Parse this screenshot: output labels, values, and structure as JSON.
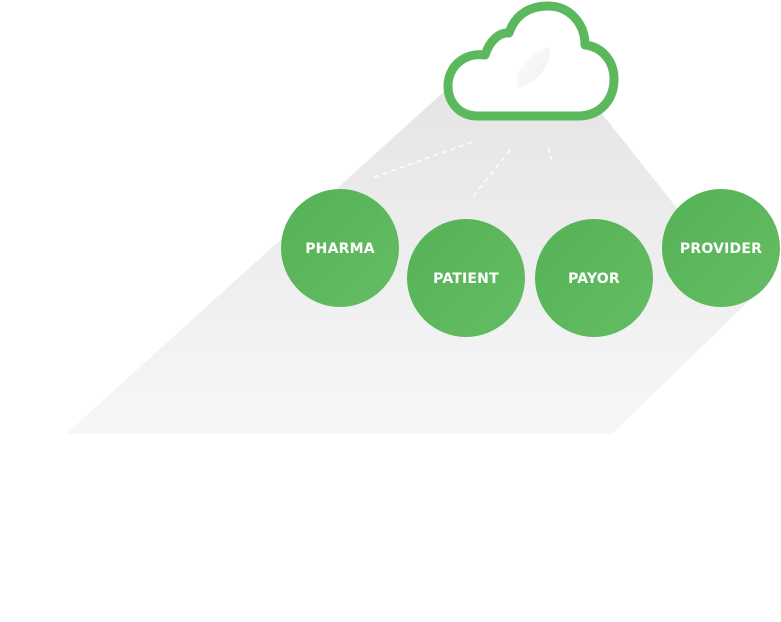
{
  "diagram": {
    "colors": {
      "node_fill": "#5cb85c",
      "node_fill_light": "#66c066",
      "cloud_stroke": "#5cb85c",
      "label": "#ffffff",
      "shadow": "#e8e8e8"
    },
    "cloud": {
      "icon": "cloud-icon",
      "inner_icon": "leaf-icon"
    },
    "nodes": [
      {
        "id": "pharma",
        "label": "PHARMA"
      },
      {
        "id": "patient",
        "label": "PATIENT"
      },
      {
        "id": "payor",
        "label": "PAYOR"
      },
      {
        "id": "provider",
        "label": "PROVIDER"
      }
    ]
  }
}
